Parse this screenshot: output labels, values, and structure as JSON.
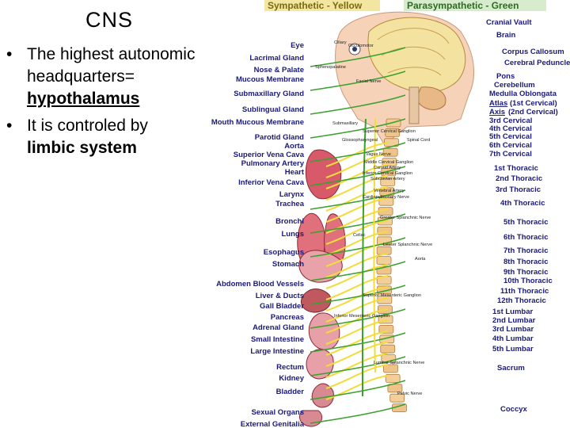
{
  "slide": {
    "title": "CNS",
    "bullets": [
      {
        "text": "The highest autonomic headquarters=",
        "emphasis": "hypothalamus"
      },
      {
        "text": "It is controled by",
        "emphasis": "limbic system"
      }
    ]
  },
  "diagram": {
    "header_sympathetic": "Sympathetic - Yellow",
    "header_parasympathetic": "Parasympathetic - Green",
    "colors": {
      "sympathetic": "#f2dc3c",
      "parasympathetic": "#3aa12e",
      "label": "#1a1a7a",
      "link": "#1a3fbf"
    },
    "left_labels": [
      "Eye",
      "Lacrimal Gland",
      "Nose & Palate",
      "Mucous Membrane",
      "Submaxillary Gland",
      "Sublingual Gland",
      "Mouth Mucous Membrane",
      "Parotid Gland",
      "Aorta",
      "Superior Vena Cava",
      "Pulmonary Artery",
      "Heart",
      "Inferior Vena Cava",
      "Larynx",
      "Trachea",
      "Bronchi",
      "Lungs",
      "Esophagus",
      "Stomach",
      "Abdomen Blood Vessels",
      "Liver & Ducts",
      "Gall Bladder",
      "Pancreas",
      "Adrenal Gland",
      "Small Intestine",
      "Large Intestine",
      "Rectum",
      "Kidney",
      "Bladder",
      "Sexual Organs",
      "External Genitalia"
    ],
    "right_labels": [
      "Cranial Vault",
      "Brain",
      "Corpus Callosum",
      "Cerebral Peduncle",
      "Pons",
      "Cerebellum",
      "Medulla Oblongata",
      "Atlas",
      "(1st Cervical)",
      "Axis",
      "(2nd Cervical)",
      "3rd Cervical",
      "4th Cervical",
      "5th Cervical",
      "6th Cervical",
      "7th Cervical",
      "1st Thoracic",
      "2nd Thoracic",
      "3rd Thoracic",
      "4th Thoracic",
      "5th Thoracic",
      "6th Thoracic",
      "7th Thoracic",
      "8th Thoracic",
      "9th Thoracic",
      "10th Thoracic",
      "11th Thoracic",
      "12th Thoracic",
      "1st Lumbar",
      "2nd Lumbar",
      "3rd Lumbar",
      "4th Lumbar",
      "5th Lumbar",
      "Sacrum",
      "Coccyx"
    ],
    "small_labels": [
      "Ciliary",
      "Occulomotor",
      "Sphenopalatine",
      "Facial Nerve",
      "Submaxillary",
      "Superior Cervical Ganglion",
      "Glossopharyngeal",
      "Spinal Cord",
      "Vagus Nerve",
      "Middle Cervical Ganglion",
      "Carotid Artery",
      "Inferior Cervical Ganglion",
      "Subclavian Artery",
      "Vertebral Artery",
      "Cardiopulmonary Nerve",
      "Greater Splanchnic Nerve",
      "Celiac",
      "Lesser Splanchnic Nerve",
      "Aorta",
      "Superior Mesenteric Ganglion",
      "Inferior Mesenteric Ganglion",
      "Lumbar Splanchnic Nerve",
      "Pelvic Nerve"
    ]
  }
}
